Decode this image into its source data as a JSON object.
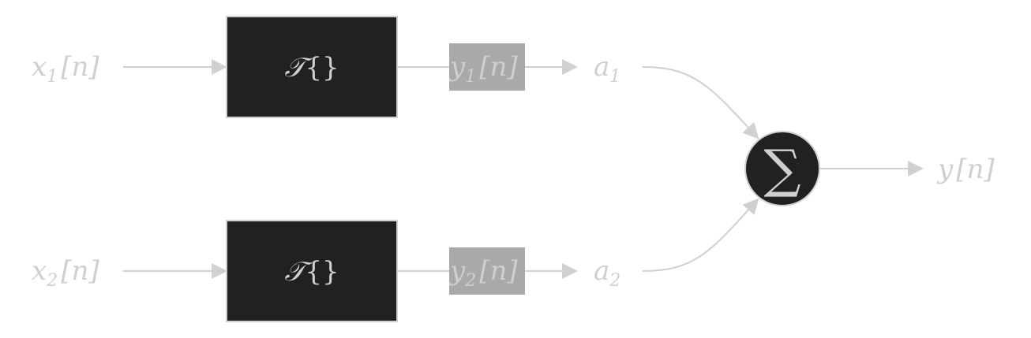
{
  "diagram": {
    "inputs": [
      {
        "base": "x",
        "sub": "1",
        "arg": "[n]"
      },
      {
        "base": "x",
        "sub": "2",
        "arg": "[n]"
      }
    ],
    "blocks": [
      {
        "label_script": "𝒯",
        "label_braces": "{}"
      },
      {
        "label_script": "𝒯",
        "label_braces": "{}"
      }
    ],
    "intermediate": [
      {
        "base": "y",
        "sub": "1",
        "arg": "[n]"
      },
      {
        "base": "y",
        "sub": "2",
        "arg": "[n]"
      }
    ],
    "gains": [
      {
        "base": "a",
        "sub": "1"
      },
      {
        "base": "a",
        "sub": "2"
      }
    ],
    "summer": {
      "symbol": "∑"
    },
    "output": {
      "base": "y",
      "arg": "[n]"
    },
    "colors": {
      "block_fill": "#202221",
      "stroke": "#d0d0d0",
      "text": "#cfcfcf",
      "label_bg": "#a9a9a9"
    }
  }
}
